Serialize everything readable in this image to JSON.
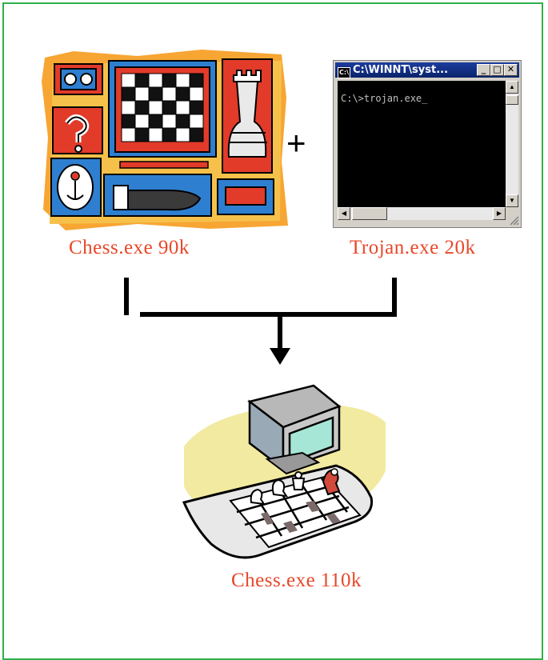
{
  "left_item": {
    "label": "Chess.exe 90k"
  },
  "right_item": {
    "label": "Trojan.exe 20k"
  },
  "result_item": {
    "label": "Chess.exe 110k"
  },
  "operator": "+",
  "console": {
    "title": "C:\\WINNT\\syst...",
    "prompt_line": "C:\\>trojan.exe_"
  },
  "colors": {
    "frame": "#2eb24a",
    "label": "#e8472a"
  }
}
